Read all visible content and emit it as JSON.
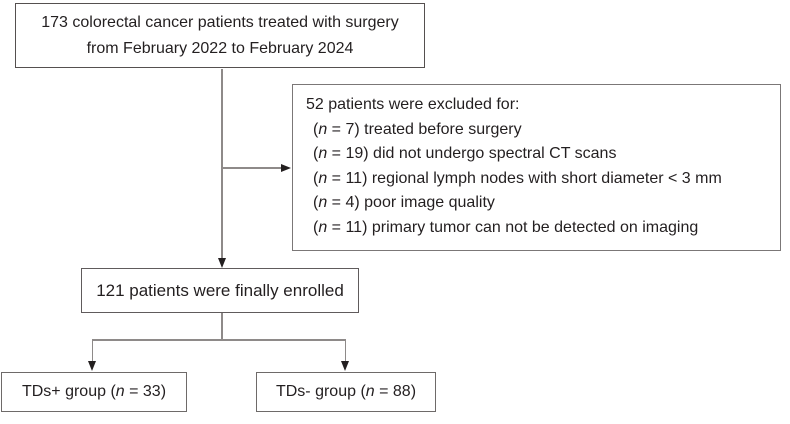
{
  "diagram": {
    "top_box": {
      "line1": "173 colorectal cancer patients treated with surgery",
      "line2": "from February 2022 to February 2024"
    },
    "exclusion_box": {
      "title": "52 patients were excluded for:",
      "items": [
        {
          "pre": "(",
          "n": "n",
          "post": " = 7) treated before surgery"
        },
        {
          "pre": "(",
          "n": "n",
          "post": " = 19) did not undergo spectral CT scans"
        },
        {
          "pre": "(",
          "n": "n",
          "post": " = 11) regional lymph nodes with short diameter < 3 mm"
        },
        {
          "pre": "(",
          "n": "n",
          "post": " = 4) poor image quality"
        },
        {
          "pre": "(",
          "n": "n",
          "post": " = 11) primary tumor can not be detected on imaging"
        }
      ]
    },
    "enrolled_box": {
      "text": "121 patients were finally enrolled"
    },
    "tds_positive_box": {
      "pre": "TDs+ group (",
      "n": "n",
      "post": " = 33)"
    },
    "tds_negative_box": {
      "pre": "TDs- group (",
      "n": "n",
      "post": " = 88)"
    },
    "colors": {
      "background": "#ffffff",
      "box_border_dark": "#55504f",
      "box_border_light": "#7b7777",
      "connector_line": "#8e8a89",
      "arrowhead": "#231f20",
      "text": "#231f20"
    }
  }
}
